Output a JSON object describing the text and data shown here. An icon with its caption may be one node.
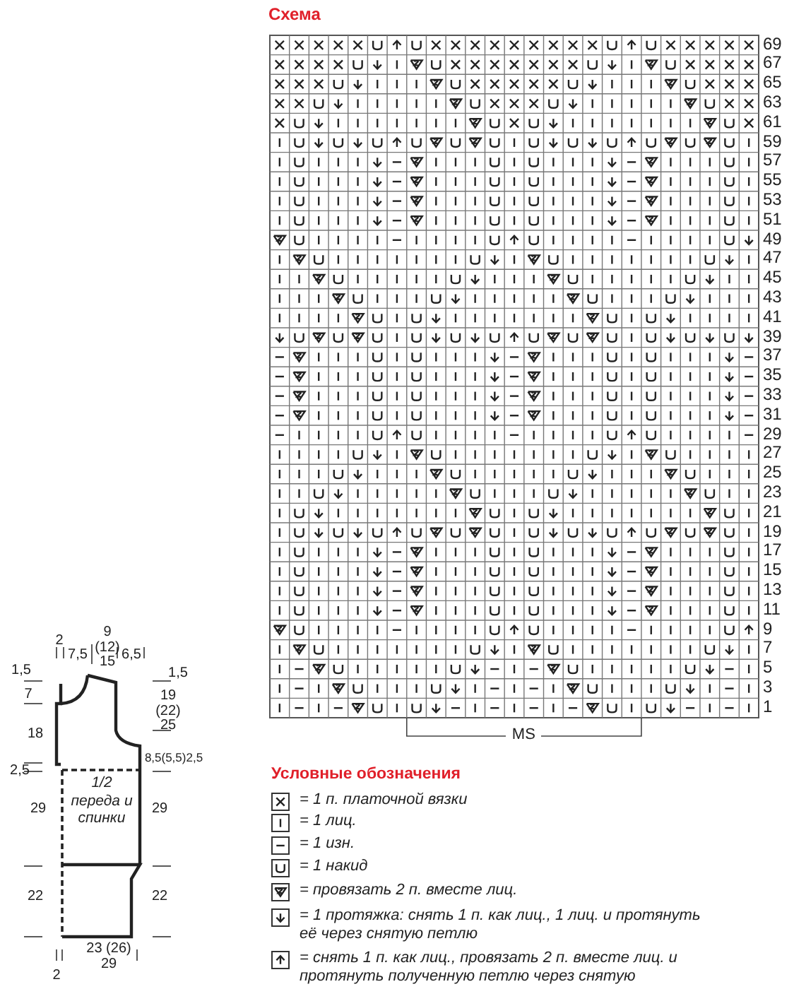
{
  "diagram": {
    "title": "Схема",
    "nodes": [
      {
        "text": [
          "1/2 переда и спинки"
        ]
      }
    ],
    "edges": [],
    "labels": [
      "69",
      "67",
      "65",
      "63",
      "61",
      "59",
      "57",
      "55",
      "53",
      "51",
      "49",
      "47",
      "45",
      "43",
      "41",
      "39",
      "37",
      "35",
      "33",
      "31",
      "29",
      "27",
      "25",
      "23",
      "21",
      "19",
      "17",
      "15",
      "13",
      "11",
      "9",
      "7",
      "5",
      "3",
      "1",
      "MS",
      "2",
      "7,5",
      "9 (12) 15",
      "6,5",
      "1,5",
      "1,5",
      "7",
      "19 (22) 25",
      "18",
      "8,5(5,5)2,5",
      "2,5",
      "29",
      "29",
      "22",
      "22",
      "23 (26) 29",
      "2",
      "Условные обозначения"
    ],
    "legend": [
      {
        "text": "= 1 п. платочной вязки"
      },
      {
        "text": "= 1 лиц."
      },
      {
        "text": "= 1 изн."
      },
      {
        "text": "= 1 накид"
      },
      {
        "text": "= провязать 2 п. вместе лиц."
      },
      {
        "text": "= 1 протяжка: снять 1 п. как лиц., 1 лиц. и протянуть её через снятую петлю"
      },
      {
        "text": "= снять 1 п. как лиц., провязать 2 п. вместе лиц. и протянуть полученную петлю через снятую"
      }
    ]
  }
}
